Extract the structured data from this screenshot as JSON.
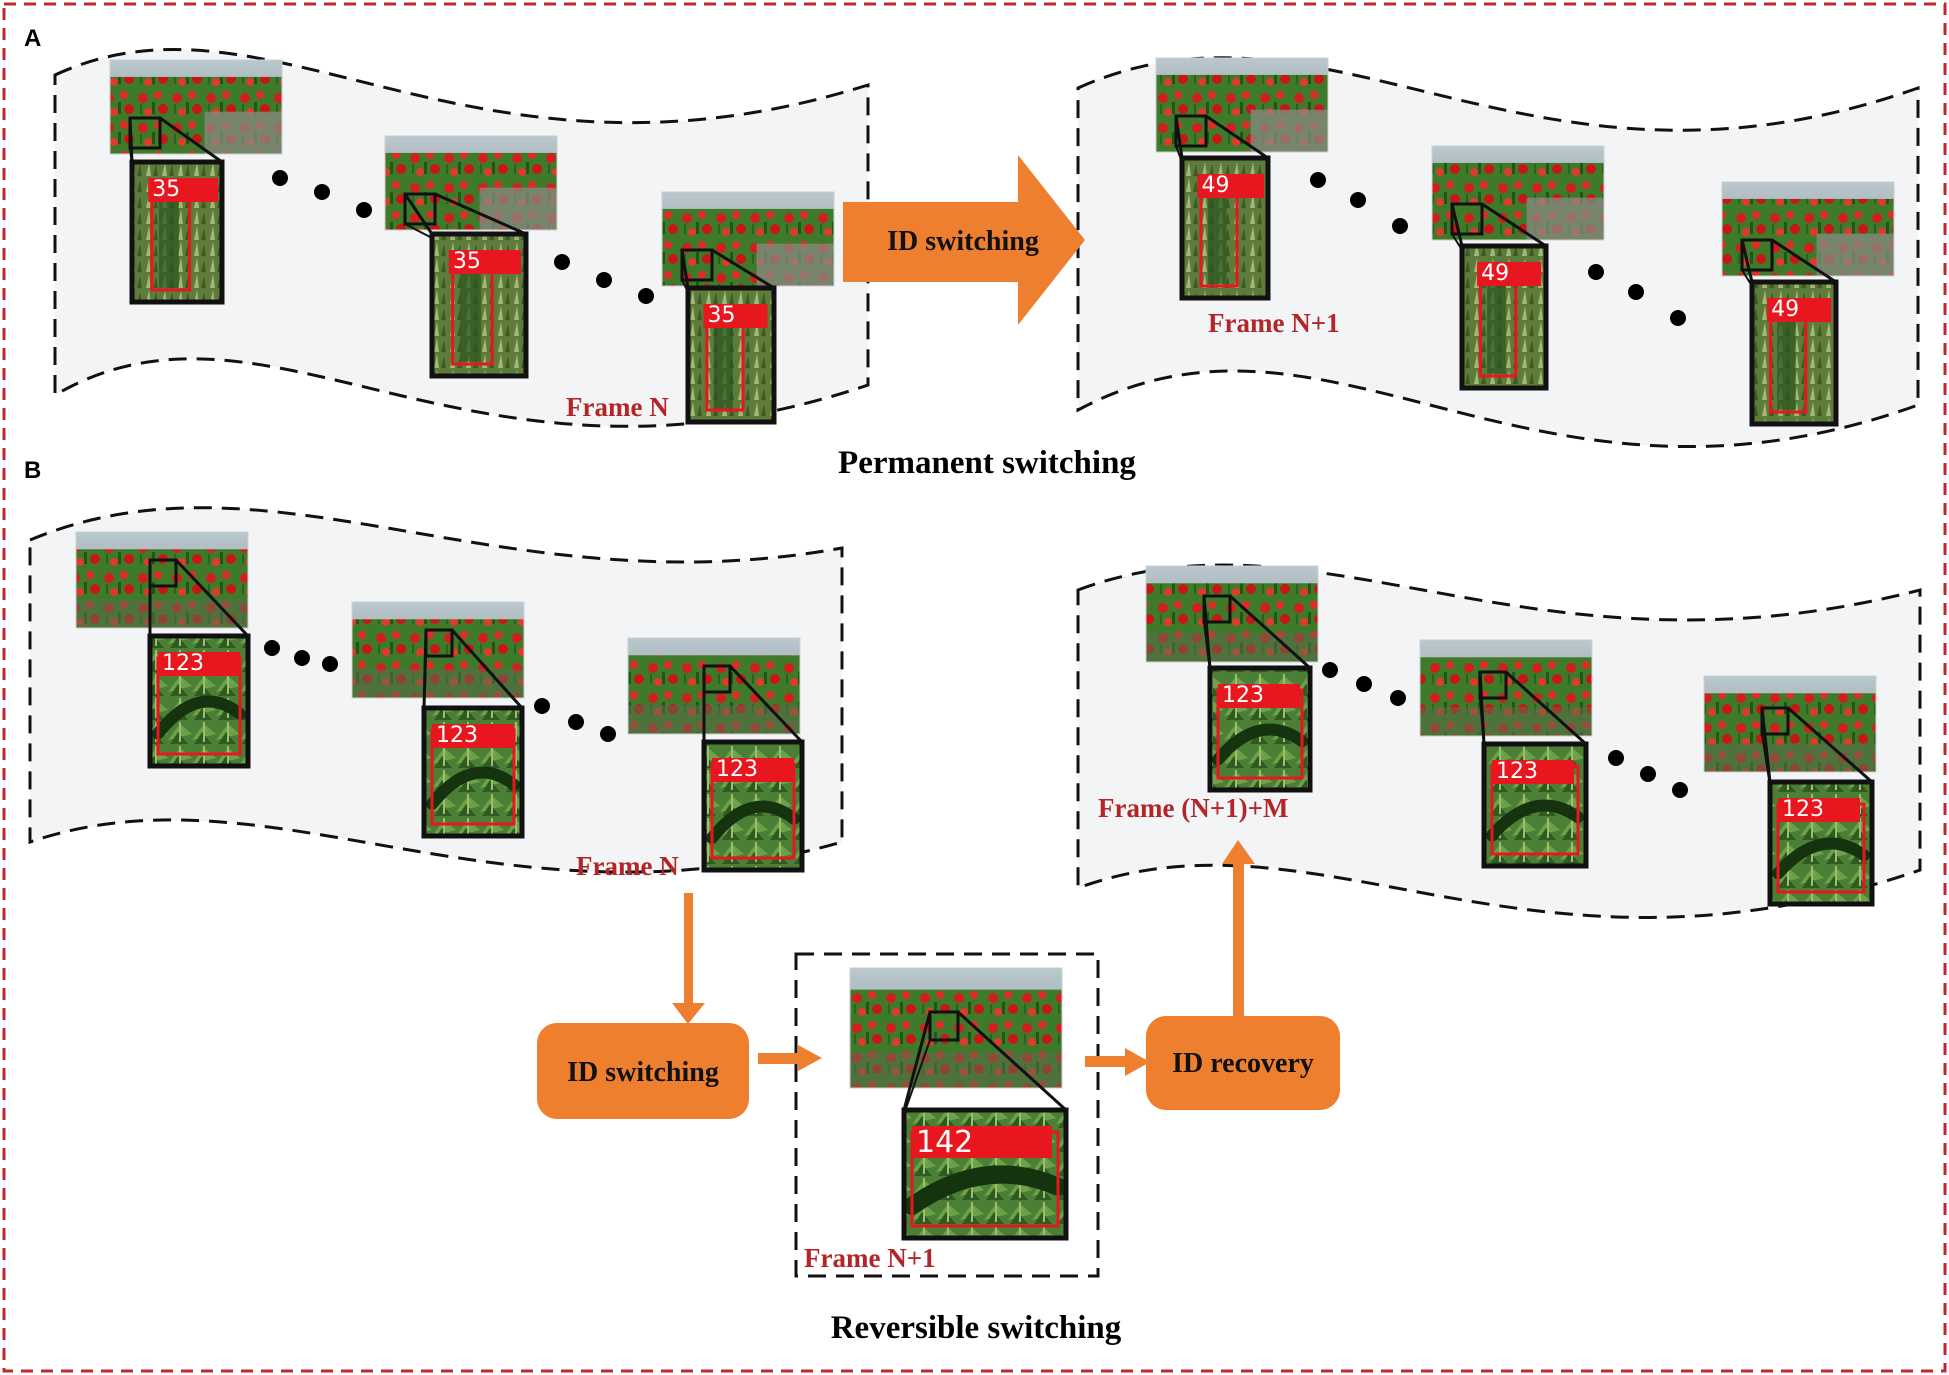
{
  "panels": {
    "a": {
      "letter": "A",
      "caption": "Permanent switching",
      "arrow_label": "ID switching",
      "before": {
        "frame_label": "Frame N",
        "ids": [
          "35",
          "35",
          "35"
        ]
      },
      "after": {
        "frame_label": "Frame N+1",
        "ids": [
          "49",
          "49",
          "49"
        ]
      }
    },
    "b": {
      "letter": "B",
      "caption": "Reversible switching",
      "switch_label": "ID switching",
      "recovery_label": "ID recovery",
      "before": {
        "frame_label": "Frame N",
        "ids": [
          "123",
          "123",
          "123"
        ]
      },
      "middle": {
        "frame_label": "Frame N+1",
        "id": "142"
      },
      "after": {
        "frame_label": "Frame (N+1)+M",
        "ids": [
          "123",
          "123",
          "123"
        ]
      }
    }
  },
  "colors": {
    "border": "#c0272d",
    "band_fill": "#f2f4f6",
    "orange": "#ee7f2e",
    "frame_label": "#b2262a",
    "id_tag": "#e8161e",
    "foliage": "#2f6b1f",
    "pepper": "#d81b1b"
  },
  "icons": {
    "thumbnail": "pepper-plant-photo",
    "zoom": "magnified-crop-with-id-tag"
  }
}
